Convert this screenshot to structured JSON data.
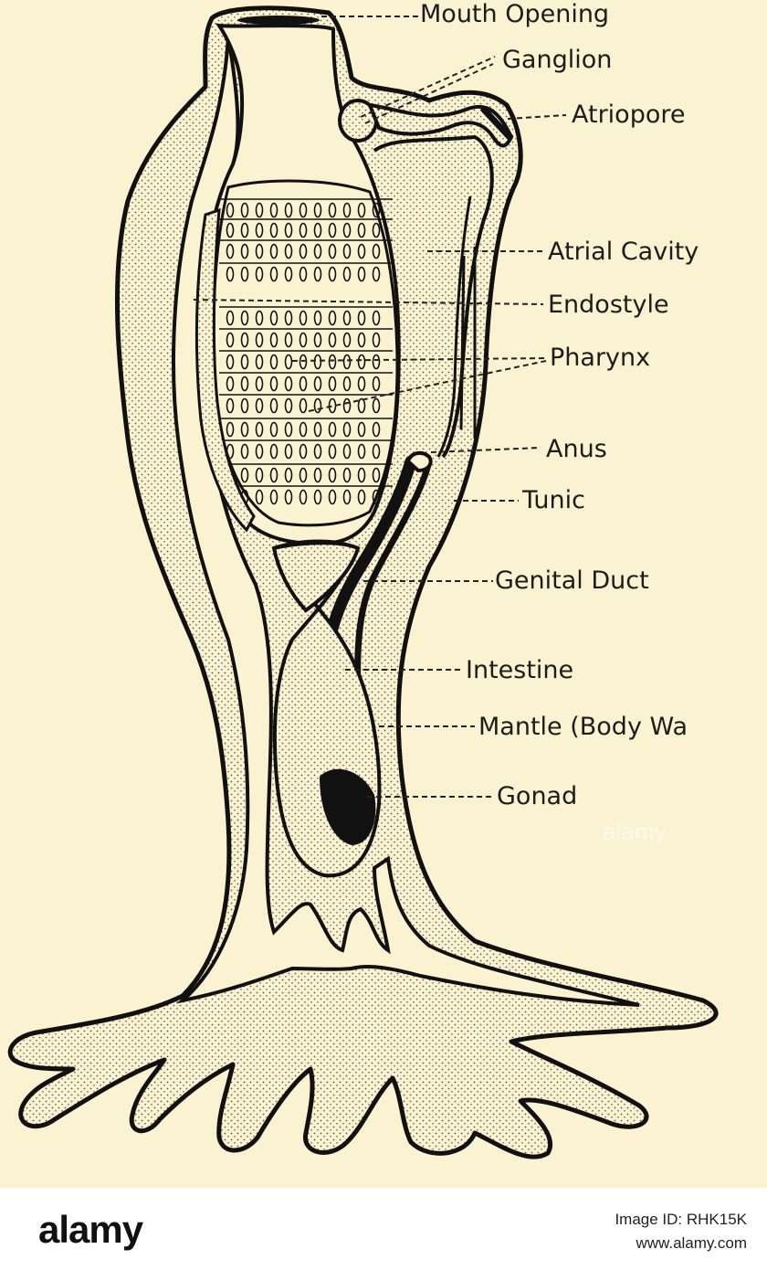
{
  "labels": [
    {
      "id": "mouth-opening",
      "text": "Mouth Opening"
    },
    {
      "id": "ganglion",
      "text": "Ganglion"
    },
    {
      "id": "atriopore",
      "text": "Atriopore"
    },
    {
      "id": "atrial-cavity",
      "text": "Atrial Cavity"
    },
    {
      "id": "endostyle",
      "text": "Endostyle"
    },
    {
      "id": "pharynx",
      "text": "Pharynx"
    },
    {
      "id": "anus",
      "text": "Anus"
    },
    {
      "id": "tunic",
      "text": "Tunic"
    },
    {
      "id": "genital-duct",
      "text": "Genital Duct"
    },
    {
      "id": "intestine",
      "text": "Intestine"
    },
    {
      "id": "mantle",
      "text": "Mantle (Body Wa"
    },
    {
      "id": "gonad",
      "text": "Gonad"
    }
  ],
  "watermark": {
    "text": "alamy"
  },
  "footer": {
    "logo": "alamy",
    "image_id_label": "Image ID: RHK15K",
    "url": "www.alamy.com"
  }
}
